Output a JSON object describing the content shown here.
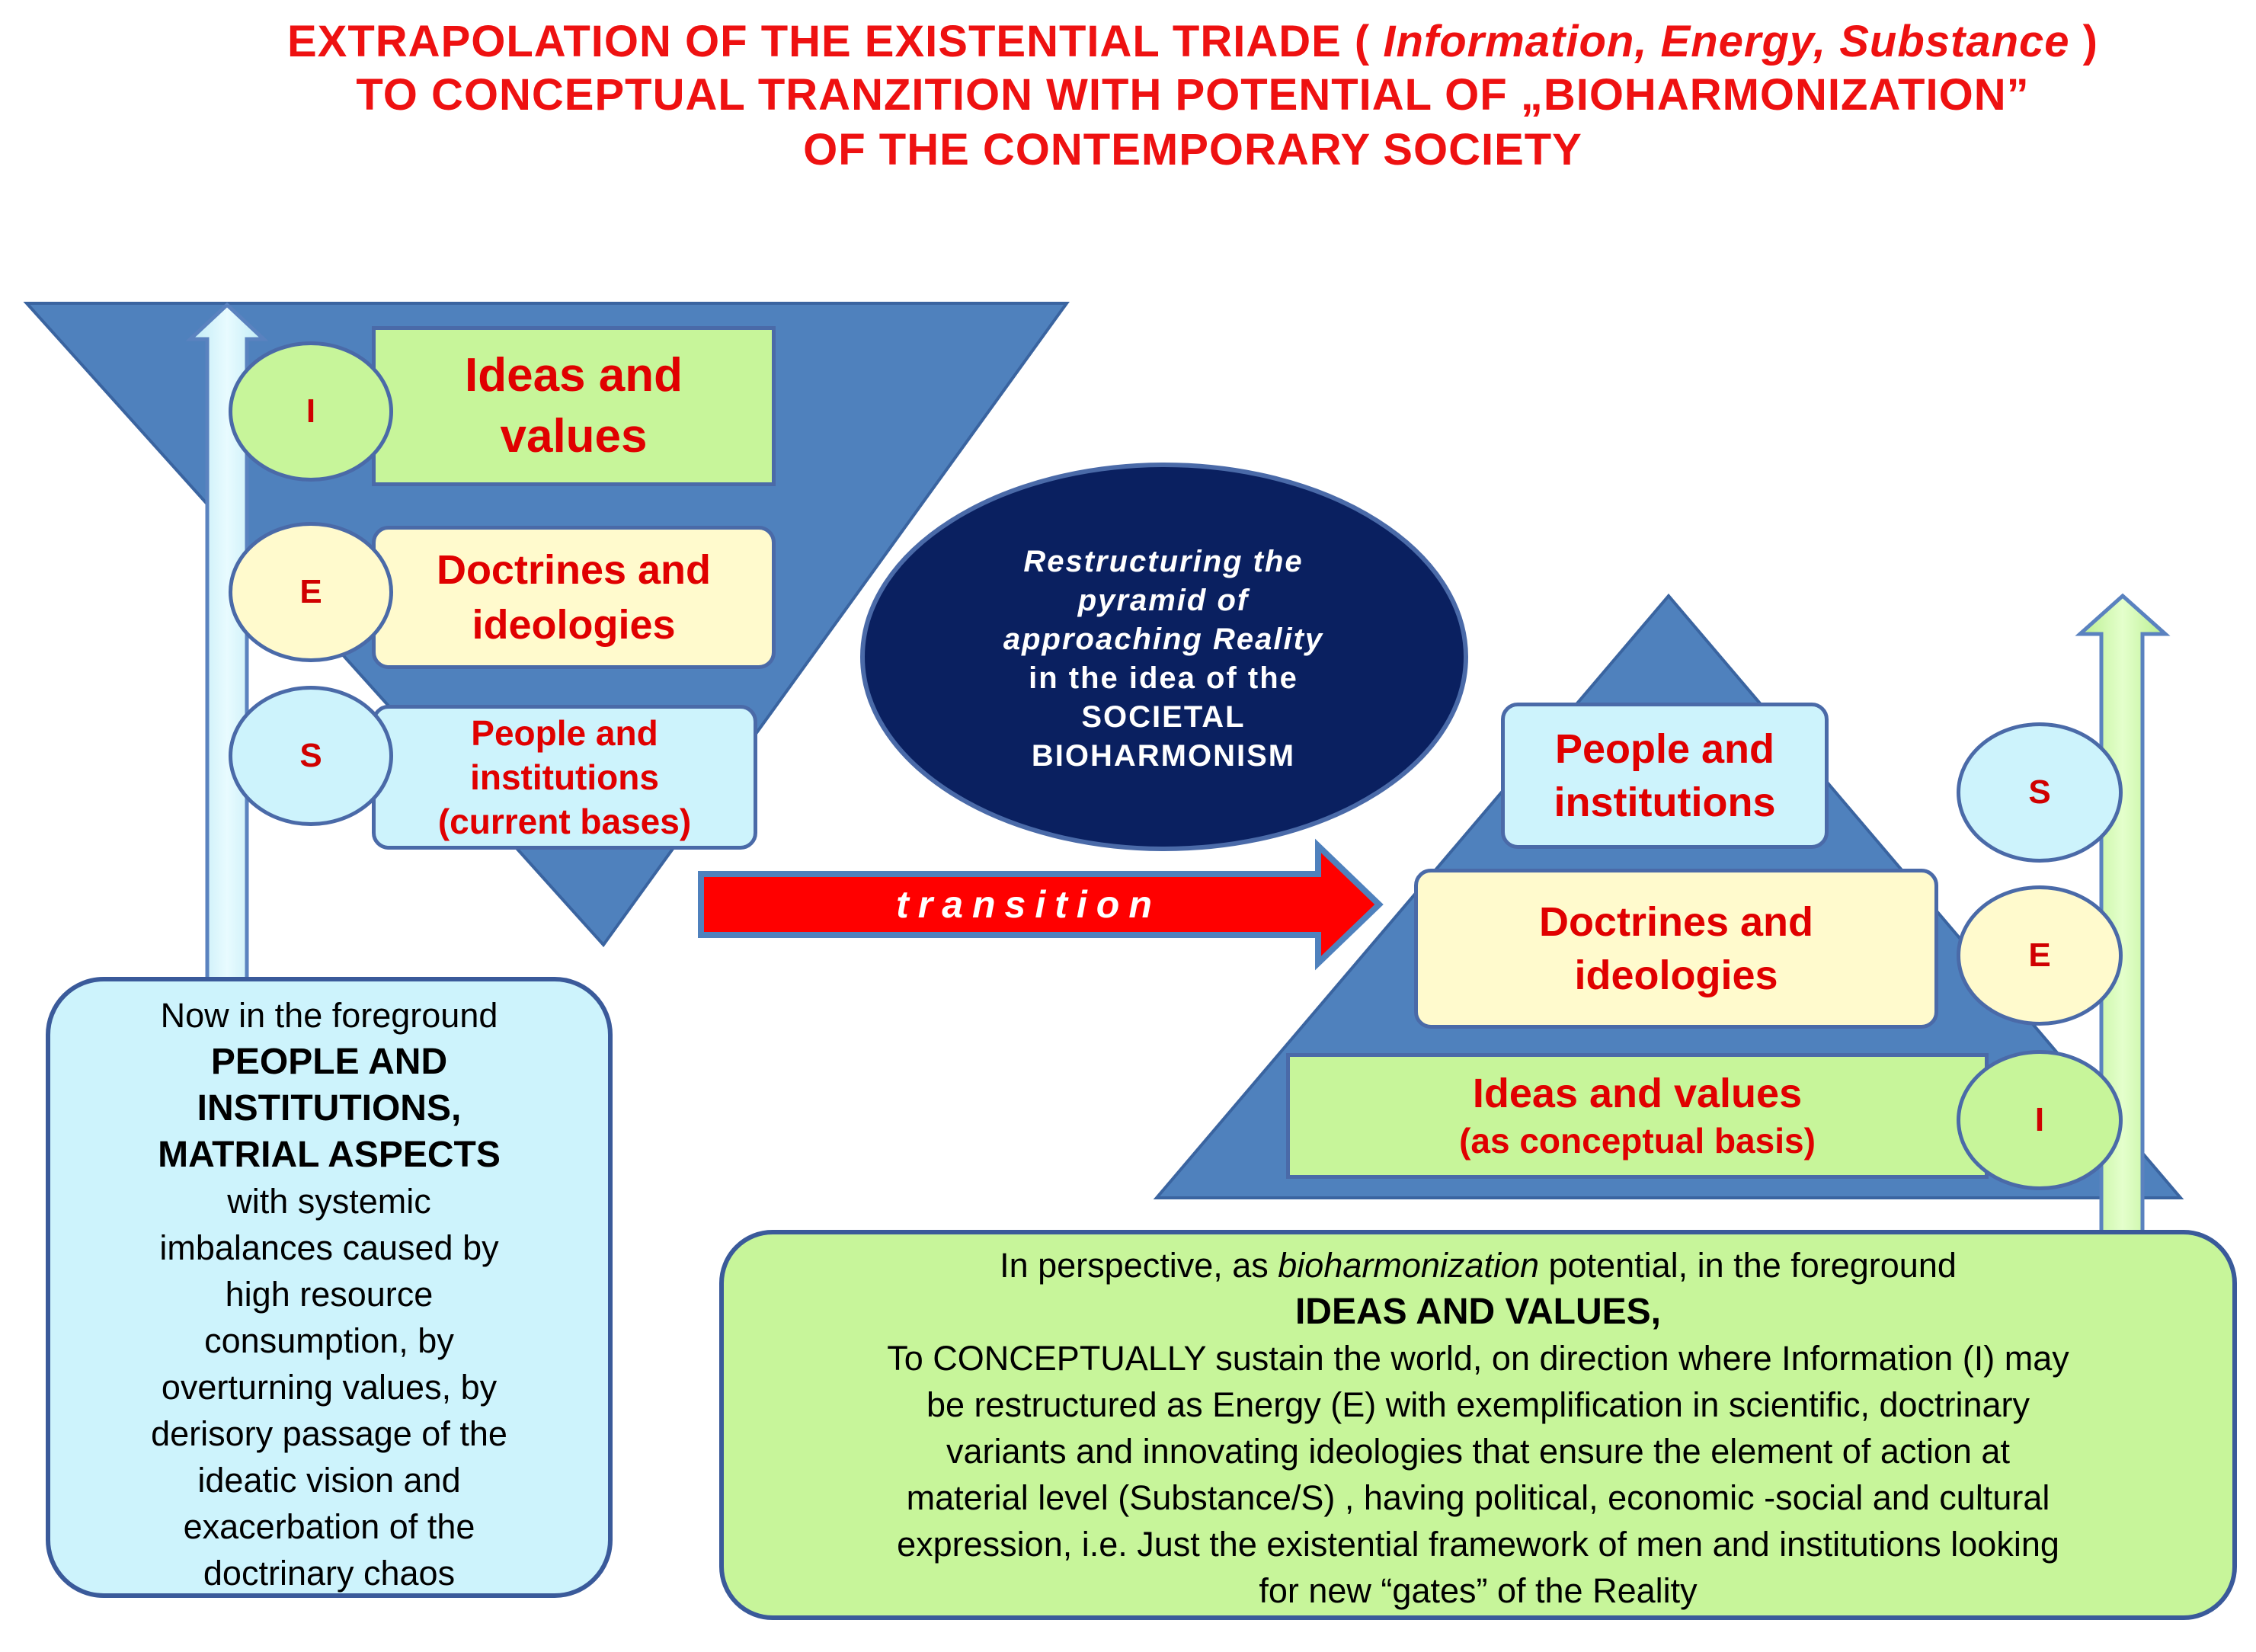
{
  "title": {
    "line1_prefix": "EXTRAPOLATION OF THE EXISTENTIAL TRIADE ( ",
    "line1_italic": "Information, Energy, Substance",
    "line1_suffix": " )",
    "line2": "TO CONCEPTUAL TRANZITION WITH POTENTIAL OF „BIOHARMONIZATION”",
    "line3": "OF THE CONTEMPORARY SOCIETY"
  },
  "left_pyramid": {
    "levels": [
      {
        "letter": "I",
        "label_line1": "Ideas and",
        "label_line2": "values"
      },
      {
        "letter": "E",
        "label_line1": "Doctrines and",
        "label_line2": "ideologies"
      },
      {
        "letter": "S",
        "label_line1": "People and",
        "label_line2": "institutions",
        "label_line3": "(current bases)"
      }
    ]
  },
  "center_ellipse": {
    "line1": "Restructuring the",
    "line2": "pyramid of",
    "line3": "approaching Reality",
    "line4": "in the idea of the",
    "line5": "SOCIETAL",
    "line6": "BIOHARMONISM"
  },
  "transition_label": "transition",
  "right_pyramid": {
    "levels": [
      {
        "letter": "S",
        "label_line1": "People and",
        "label_line2": "institutions"
      },
      {
        "letter": "E",
        "label_line1": "Doctrines and",
        "label_line2": "ideologies"
      },
      {
        "letter": "I",
        "label_line1": "Ideas and values",
        "label_line2": "(as conceptual basis)"
      }
    ]
  },
  "left_note": {
    "intro": "Now in the foreground",
    "bold1": "PEOPLE AND",
    "bold2": "INSTITUTIONS,",
    "bold3": "MATRIAL ASPECTS",
    "l1": "with systemic",
    "l2": "imbalances caused by",
    "l3": "high resource",
    "l4": "consumption, by",
    "l5": "overturning values, by",
    "l6": "derisory passage of the",
    "l7": "ideatic vision and",
    "l8": "exacerbation of the",
    "l9": "doctrinary chaos"
  },
  "right_note": {
    "intro_prefix": "In perspective, as ",
    "intro_italic": "bioharmonization",
    "intro_suffix": " potential, in the foreground",
    "bold": "IDEAS AND VALUES,",
    "l1": "To CONCEPTUALLY sustain the world, on direction where Information (I) may",
    "l2": "be restructured as Energy (E) with exemplification in scientific,  doctrinary",
    "l3": "variants and innovating  ideologies that ensure the element of action at",
    "l4": "material level (Substance/S) , having political, economic -social and cultural",
    "l5": "expression, i.e. Just the existential framework of men and institutions looking",
    "l6": "for new “gates” of the Reality"
  },
  "colors": {
    "pyramid_blue": "#4f81bd",
    "ellipse_navy": "#0a2060",
    "arrow_red": "#ff0000",
    "green_fill": "#c7f59a",
    "yellow_fill": "#fffacd",
    "light_blue_fill": "#cdf3fc",
    "title_red": "#ee1111"
  }
}
